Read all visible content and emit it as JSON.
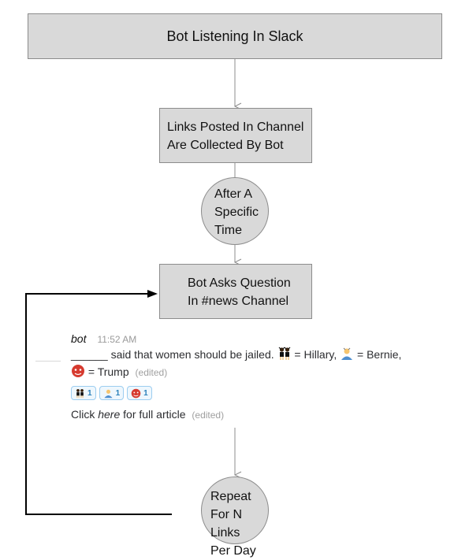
{
  "nodes": {
    "listening": "Bot Listening In Slack",
    "links_line1": "Links Posted In Channel",
    "links_line2": "Are Collected By Bot",
    "time_line1": "After A",
    "time_line2": "Specific",
    "time_line3": "Time",
    "ask_line1": "Bot Asks Question",
    "ask_line2": "In #news Channel",
    "repeat_line1": "Repeat",
    "repeat_line2": "For N Links",
    "repeat_line3": "Per Day"
  },
  "message": {
    "user": "bot",
    "time": "11:52 AM",
    "text_start": "______ said that women should be jailed.",
    "label_hillary": "= Hillary,",
    "label_bernie": "= Bernie,",
    "label_trump": "= Trump",
    "edited": "(edited)",
    "reactions": [
      {
        "emoji": "dancers-icon",
        "count": "1"
      },
      {
        "emoji": "person-icon",
        "count": "1"
      },
      {
        "emoji": "ogre-icon",
        "count": "1"
      }
    ],
    "link_prefix": "Click",
    "link_word": "here",
    "link_suffix": "for full article",
    "link_edited": "(edited)"
  },
  "colors": {
    "node_fill": "#d9d9d9",
    "node_border": "#8c8c8c",
    "reaction_border": "#9ccdf0",
    "loop_line": "#000000"
  }
}
